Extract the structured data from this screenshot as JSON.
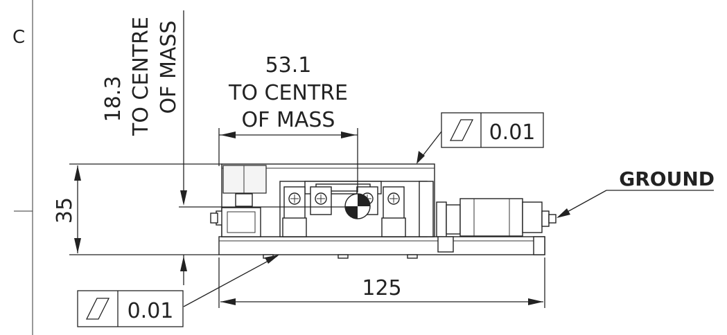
{
  "zone_label": "C",
  "dimensions": {
    "vertical_com": {
      "value": "18.3",
      "line1": "TO CENTRE",
      "line2": "OF MASS"
    },
    "horizontal_com": {
      "value": "53.1",
      "line1": "TO CENTRE",
      "line2": "OF MASS"
    },
    "height": "35",
    "length": "125"
  },
  "flatness_callouts": [
    {
      "symbol": "flatness-symbol",
      "value": "0.01"
    },
    {
      "symbol": "flatness-symbol",
      "value": "0.01"
    }
  ],
  "ground_label": "GROUND"
}
